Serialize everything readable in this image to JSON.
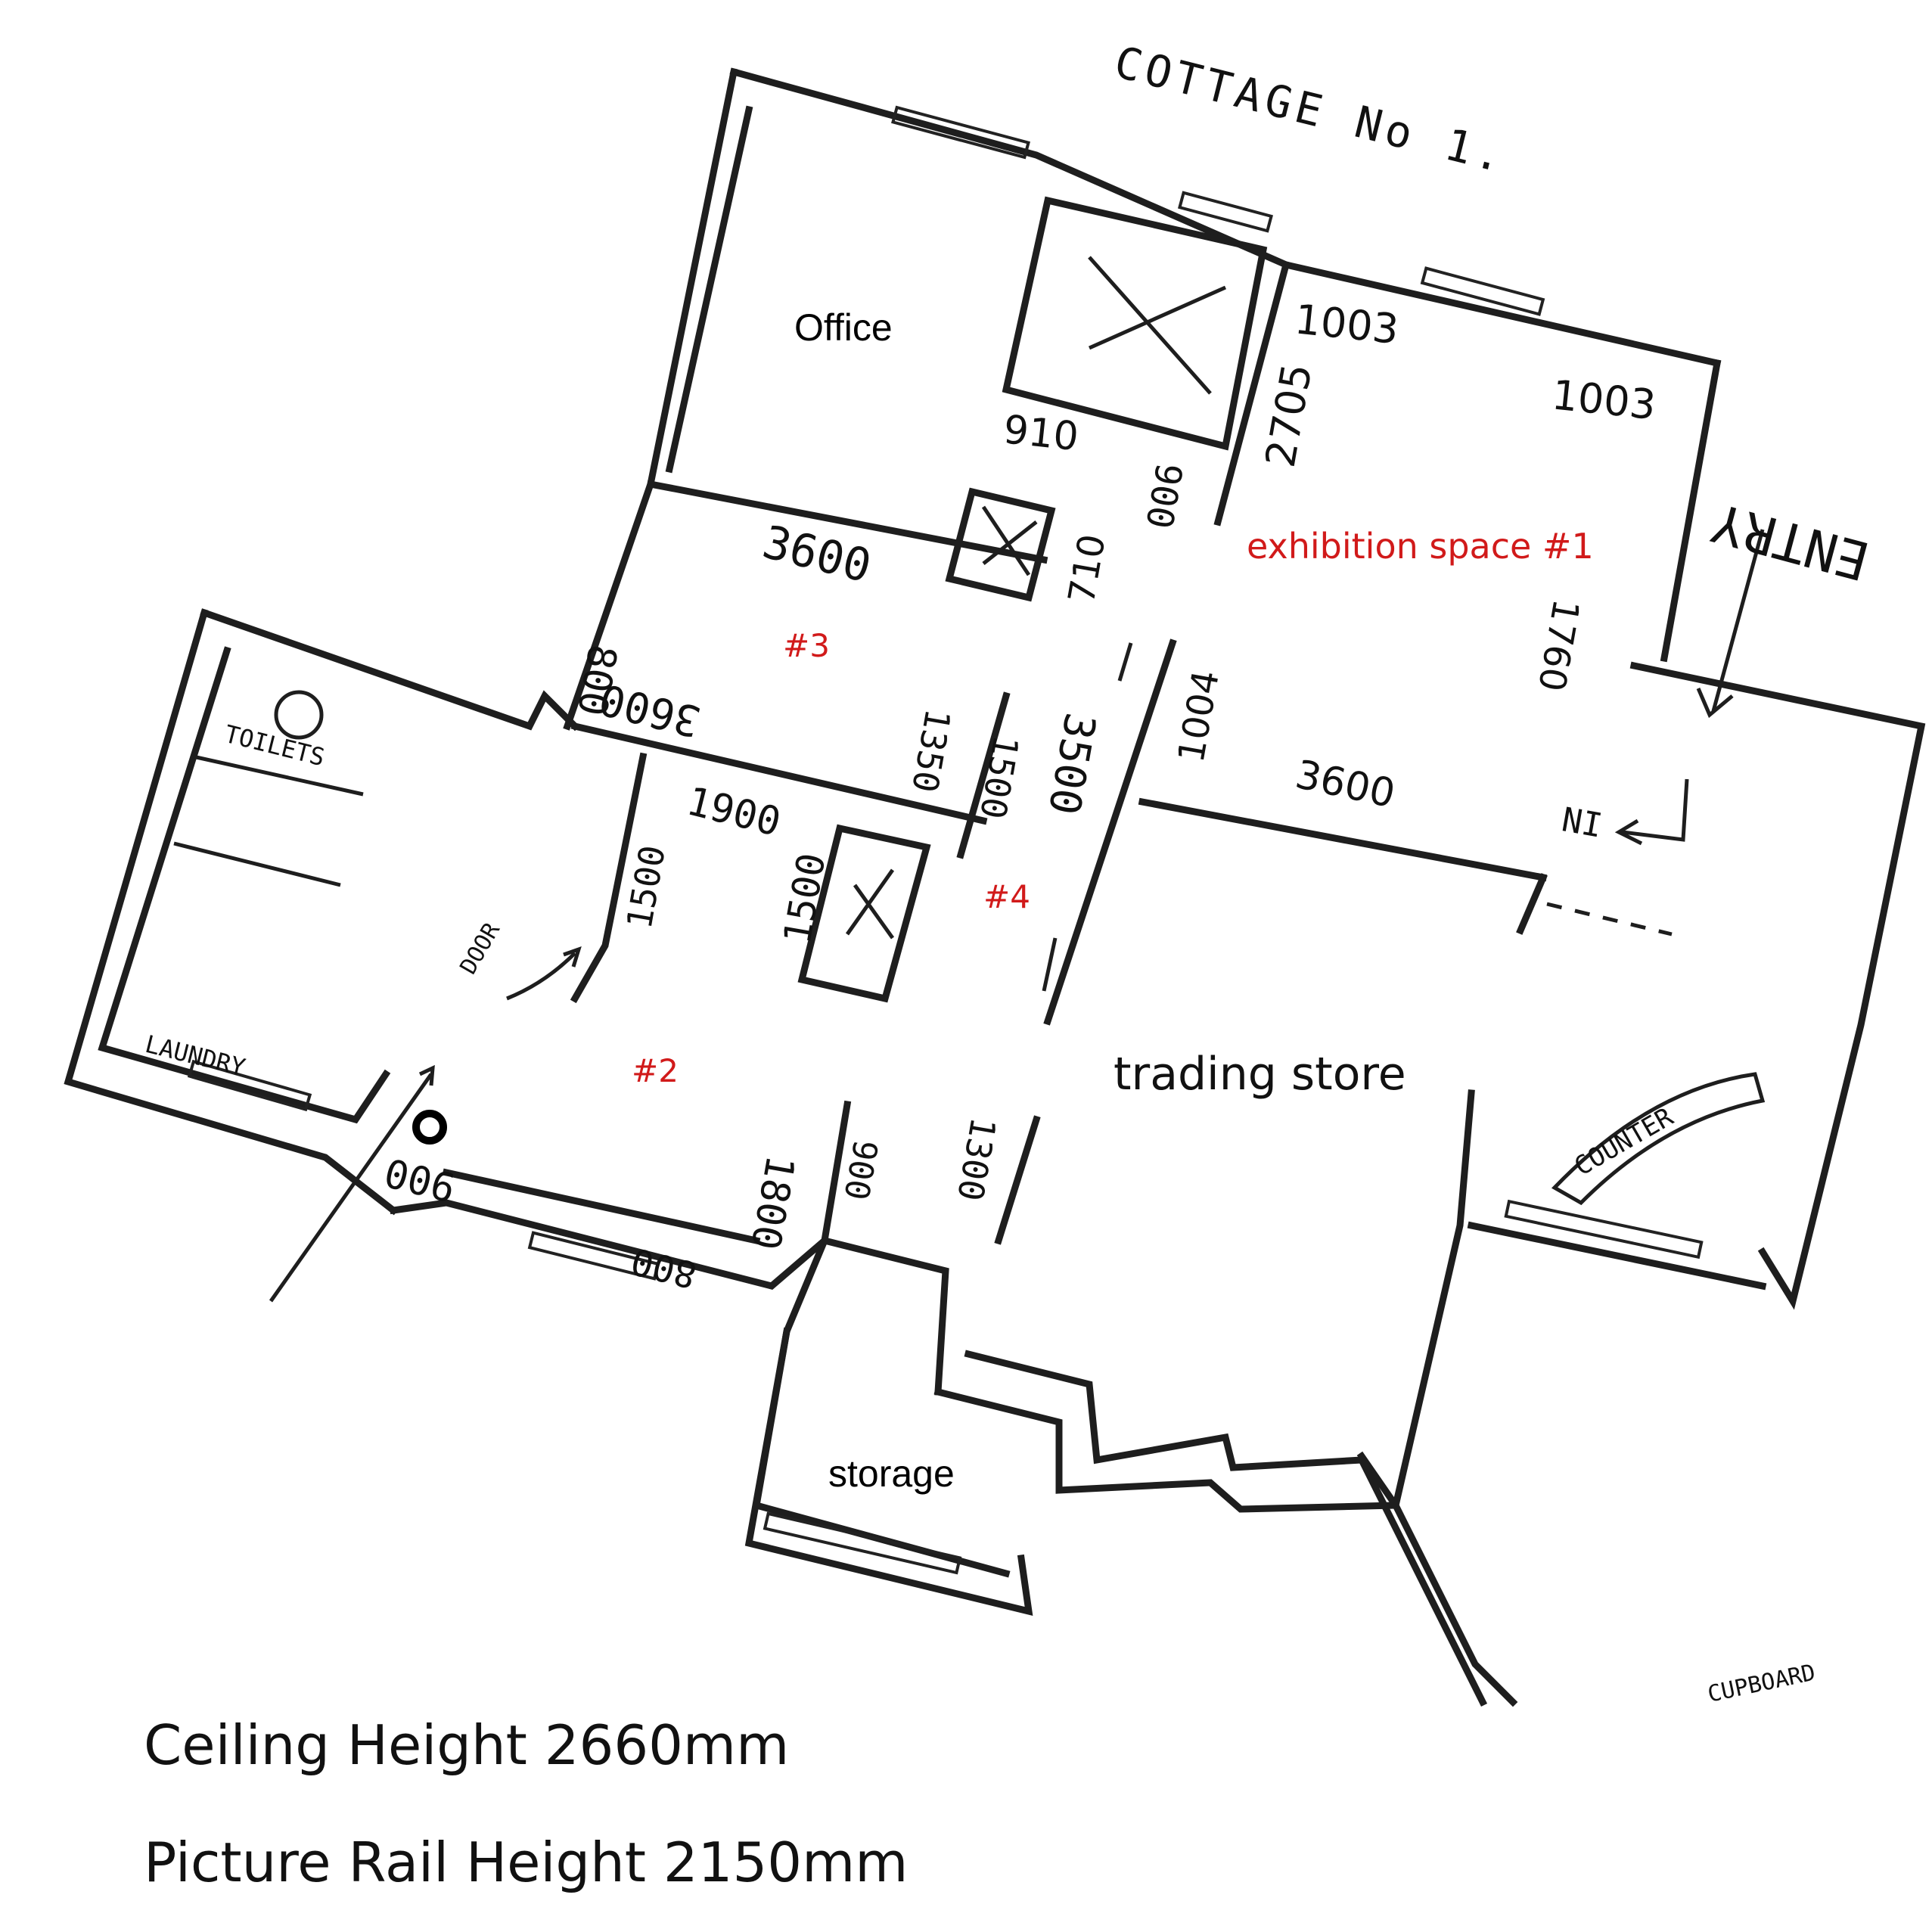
{
  "title": "COTTAGE No 1.",
  "rooms": {
    "office": "Office",
    "exhibition1": "exhibition space #1",
    "space2": "#2",
    "space3": "#3",
    "space4": "#4",
    "trading": "trading store",
    "storage": "storage",
    "toilets": "TOILETS",
    "laundry": "LAUNDRY",
    "counter": "COUNTER",
    "door": "DOOR",
    "entry": "ENTRY",
    "in": "IN",
    "cupboard": "CUPBOARD"
  },
  "dimensions": {
    "d1003a": "1003",
    "d1003b": "1003",
    "d910": "910",
    "d2705": "2705",
    "d900a": "900",
    "d3600a": "3600",
    "d710": "710",
    "d1760": "1760",
    "d800a": "800",
    "d3600b": "3600",
    "d1900": "1900",
    "d1350": "1350",
    "d1500a": "1500",
    "d3500": "3500",
    "d1004": "1004",
    "d3600c": "3600",
    "d1500b": "1500",
    "d1500c": "1500",
    "d900b": "900",
    "d1800": "1800",
    "d900c": "900",
    "d1300": "1300",
    "d800b": "800"
  },
  "notes": {
    "ceiling": "Ceiling Height 2660mm",
    "picture_rail": "Picture Rail Height 2150mm"
  }
}
